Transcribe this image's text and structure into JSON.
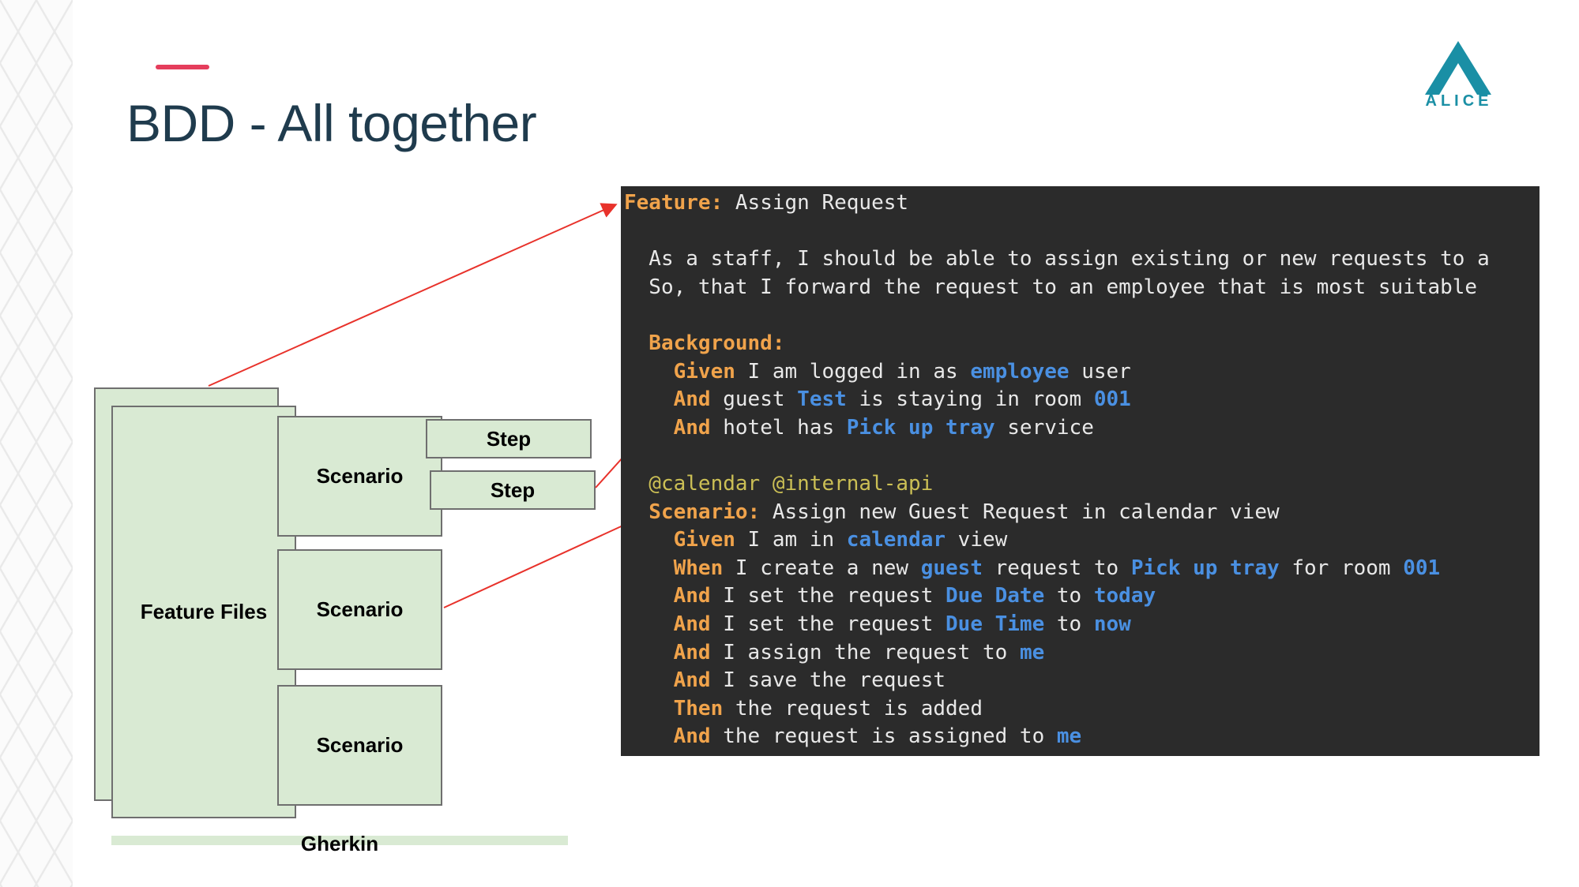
{
  "slide": {
    "title": "BDD - All together",
    "logo_text": "ALICE",
    "colors": {
      "accent": "#e53d5c",
      "brand": "#1a8fa5",
      "title": "#1f3b4d"
    }
  },
  "diagram": {
    "feature_files_label": "Feature Files",
    "scenario_labels": [
      "Scenario",
      "Scenario",
      "Scenario"
    ],
    "step_labels": [
      "Step",
      "Step"
    ],
    "gherkin_label": "Gherkin"
  },
  "code": {
    "lines": [
      [
        {
          "t": "Feature:",
          "c": "kw"
        },
        {
          "t": " Assign Request"
        }
      ],
      [],
      [
        {
          "t": "  As a staff, I should be able to assign existing or new requests to a"
        }
      ],
      [
        {
          "t": "  So, that I forward the request to an employee that is most suitable"
        }
      ],
      [],
      [
        {
          "t": "  Background:",
          "c": "kw"
        }
      ],
      [
        {
          "t": "    "
        },
        {
          "t": "Given",
          "c": "kw"
        },
        {
          "t": " I am logged in as "
        },
        {
          "t": "employee",
          "c": "param"
        },
        {
          "t": " user"
        }
      ],
      [
        {
          "t": "    "
        },
        {
          "t": "And",
          "c": "kw"
        },
        {
          "t": " guest "
        },
        {
          "t": "Test",
          "c": "param"
        },
        {
          "t": " is staying in room "
        },
        {
          "t": "001",
          "c": "param"
        }
      ],
      [
        {
          "t": "    "
        },
        {
          "t": "And",
          "c": "kw"
        },
        {
          "t": " hotel has "
        },
        {
          "t": "Pick up tray",
          "c": "param"
        },
        {
          "t": " service"
        }
      ],
      [],
      [
        {
          "t": "  @calendar @internal-api",
          "c": "tag"
        }
      ],
      [
        {
          "t": "  Scenario:",
          "c": "kw"
        },
        {
          "t": " Assign new Guest Request in calendar view"
        }
      ],
      [
        {
          "t": "    "
        },
        {
          "t": "Given",
          "c": "kw"
        },
        {
          "t": " I am in "
        },
        {
          "t": "calendar",
          "c": "param"
        },
        {
          "t": " view"
        }
      ],
      [
        {
          "t": "    "
        },
        {
          "t": "When",
          "c": "kw"
        },
        {
          "t": " I create a new "
        },
        {
          "t": "guest",
          "c": "param"
        },
        {
          "t": " request to "
        },
        {
          "t": "Pick up tray",
          "c": "param"
        },
        {
          "t": " for room "
        },
        {
          "t": "001",
          "c": "param"
        }
      ],
      [
        {
          "t": "    "
        },
        {
          "t": "And",
          "c": "kw"
        },
        {
          "t": " I set the request "
        },
        {
          "t": "Due Date",
          "c": "param"
        },
        {
          "t": " to "
        },
        {
          "t": "today",
          "c": "param"
        }
      ],
      [
        {
          "t": "    "
        },
        {
          "t": "And",
          "c": "kw"
        },
        {
          "t": " I set the request "
        },
        {
          "t": "Due Time",
          "c": "param"
        },
        {
          "t": " to "
        },
        {
          "t": "now",
          "c": "param"
        }
      ],
      [
        {
          "t": "    "
        },
        {
          "t": "And",
          "c": "kw"
        },
        {
          "t": " I assign the request to "
        },
        {
          "t": "me",
          "c": "param"
        }
      ],
      [
        {
          "t": "    "
        },
        {
          "t": "And",
          "c": "kw"
        },
        {
          "t": " I save the request"
        }
      ],
      [
        {
          "t": "    "
        },
        {
          "t": "Then",
          "c": "kw"
        },
        {
          "t": " the request is added"
        }
      ],
      [
        {
          "t": "    "
        },
        {
          "t": "And",
          "c": "kw"
        },
        {
          "t": " the request is assigned to "
        },
        {
          "t": "me",
          "c": "param"
        }
      ]
    ]
  }
}
